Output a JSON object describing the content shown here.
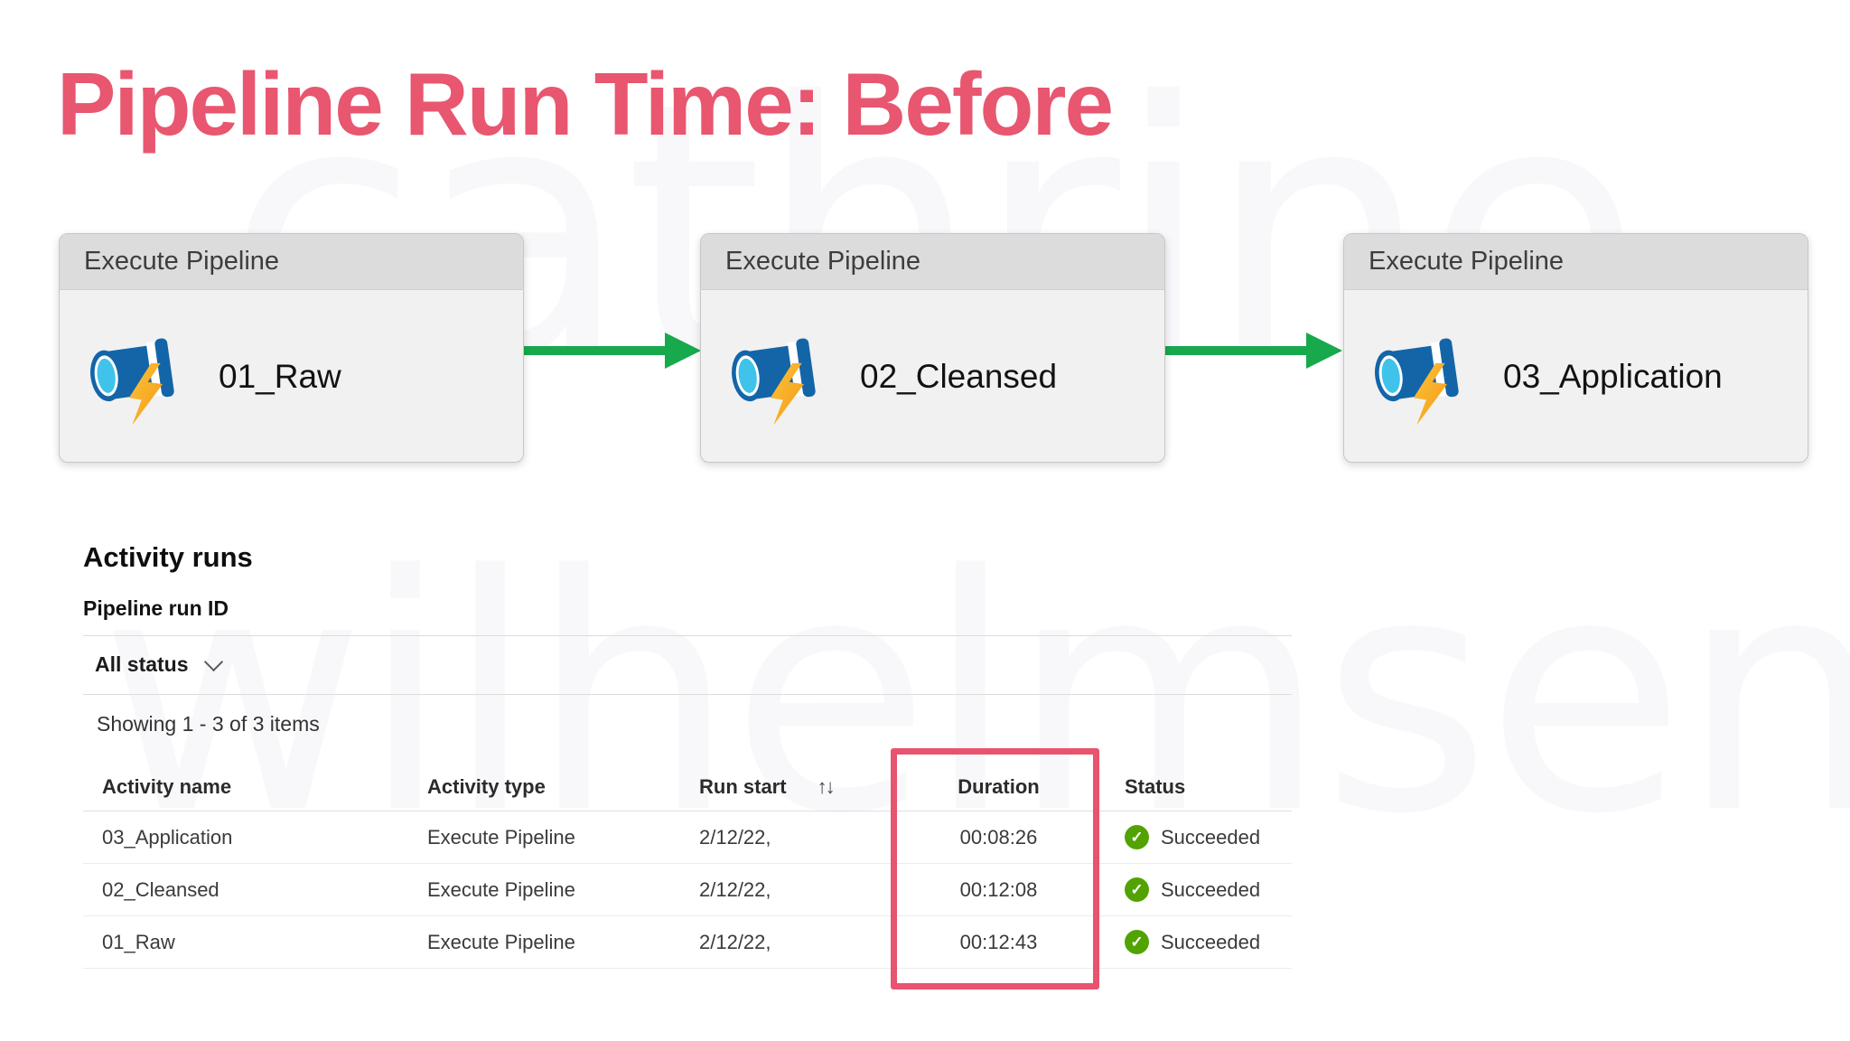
{
  "slide": {
    "title": "Pipeline Run Time: Before"
  },
  "watermark": {
    "top": "cathrine",
    "bottom": "wilhelmsen"
  },
  "pipeline_canvas": {
    "nodes": [
      {
        "header": "Execute Pipeline",
        "name": "01_Raw"
      },
      {
        "header": "Execute Pipeline",
        "name": "02_Cleansed"
      },
      {
        "header": "Execute Pipeline",
        "name": "03_Application"
      }
    ]
  },
  "activity_runs": {
    "title": "Activity runs",
    "pipeline_run_id_label": "Pipeline run ID",
    "status_filter": "All status",
    "showing_text": "Showing 1 - 3 of 3 items",
    "table": {
      "columns": [
        "Activity name",
        "Activity type",
        "Run start",
        "Duration",
        "Status"
      ],
      "sort_icon": "↑↓",
      "rows": [
        {
          "activity_name": "03_Application",
          "activity_type": "Execute Pipeline",
          "run_start": "2/12/22,",
          "duration": "00:08:26",
          "status": "Succeeded"
        },
        {
          "activity_name": "02_Cleansed",
          "activity_type": "Execute Pipeline",
          "run_start": "2/12/22,",
          "duration": "00:12:08",
          "status": "Succeeded"
        },
        {
          "activity_name": "01_Raw",
          "activity_type": "Execute Pipeline",
          "run_start": "2/12/22,",
          "duration": "00:12:43",
          "status": "Succeeded"
        }
      ]
    }
  },
  "icons": {
    "check": "✓"
  },
  "colors": {
    "accent_pink": "#e8566f",
    "arrow_green": "#17a94c",
    "status_green": "#52a302",
    "node_header_gray": "#dcdcdc"
  }
}
